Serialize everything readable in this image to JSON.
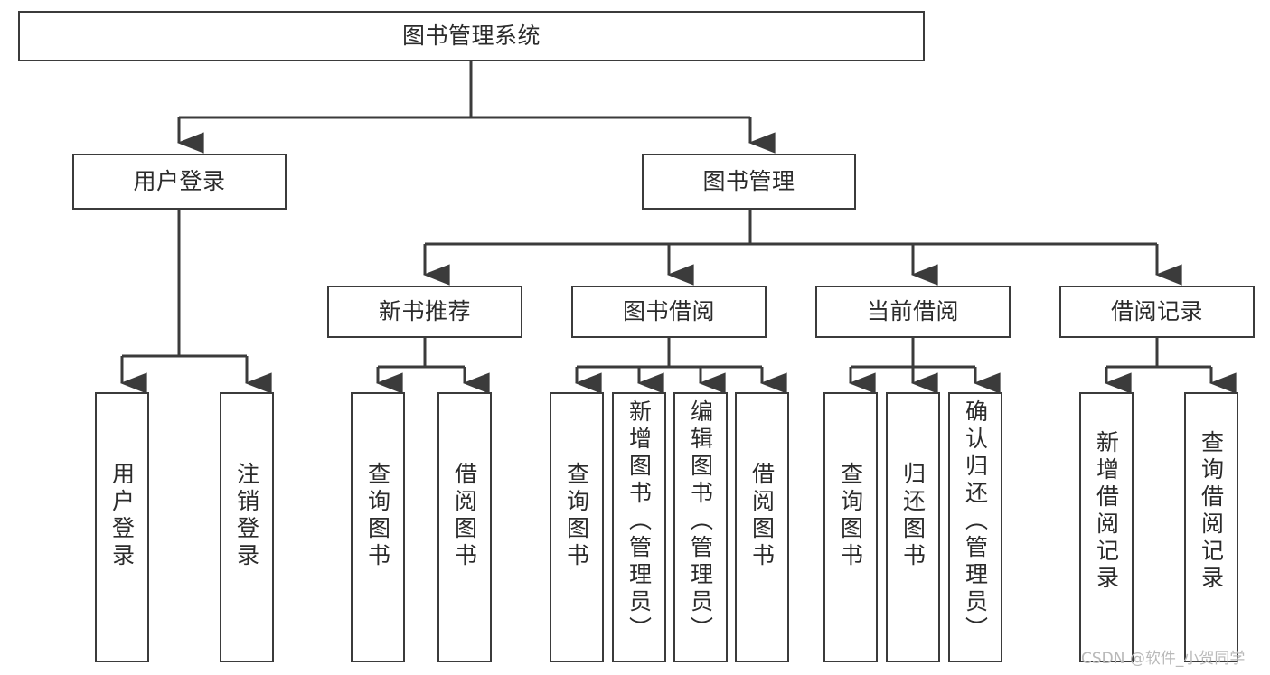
{
  "diagram": {
    "type": "tree",
    "title": "图书管理系统",
    "orientation": "top-down",
    "colors": {
      "box_border": "#3b3b3b",
      "box_fill": "#ffffff",
      "edge": "#3b3b3b",
      "text": "#2b2b2b",
      "watermark": "#b9b9b9",
      "background": "#ffffff"
    },
    "nodes": {
      "root": {
        "label": "图书管理系统"
      },
      "level2": [
        {
          "id": "user-login",
          "label": "用户登录"
        },
        {
          "id": "book-manage",
          "label": "图书管理"
        }
      ],
      "level3": [
        {
          "id": "new-book-recommend",
          "label": "新书推荐"
        },
        {
          "id": "book-borrow",
          "label": "图书借阅"
        },
        {
          "id": "current-borrow",
          "label": "当前借阅"
        },
        {
          "id": "borrow-record",
          "label": "借阅记录"
        }
      ],
      "leaves": {
        "user-login": [
          {
            "id": "leaf-user-login",
            "label": "用户登录"
          },
          {
            "id": "leaf-logout",
            "label": "注销登录"
          }
        ],
        "new-book-recommend": [
          {
            "id": "leaf-query-book-1",
            "label": "查询图书"
          },
          {
            "id": "leaf-borrow-book-1",
            "label": "借阅图书"
          }
        ],
        "book-borrow": [
          {
            "id": "leaf-query-book-2",
            "label": "查询图书"
          },
          {
            "id": "leaf-add-book",
            "label": "新增图书（管理员）"
          },
          {
            "id": "leaf-edit-book",
            "label": "编辑图书（管理员）"
          },
          {
            "id": "leaf-borrow-book-2",
            "label": "借阅图书"
          }
        ],
        "current-borrow": [
          {
            "id": "leaf-query-book-3",
            "label": "查询图书"
          },
          {
            "id": "leaf-return-book",
            "label": "归还图书"
          },
          {
            "id": "leaf-confirm-return",
            "label": "确认归还（管理员）"
          }
        ],
        "borrow-record": [
          {
            "id": "leaf-add-record",
            "label": "新增借阅记录"
          },
          {
            "id": "leaf-query-record",
            "label": "查询借阅记录"
          }
        ]
      }
    }
  },
  "watermark": {
    "text": "CSDN @软件_小贺同学"
  }
}
